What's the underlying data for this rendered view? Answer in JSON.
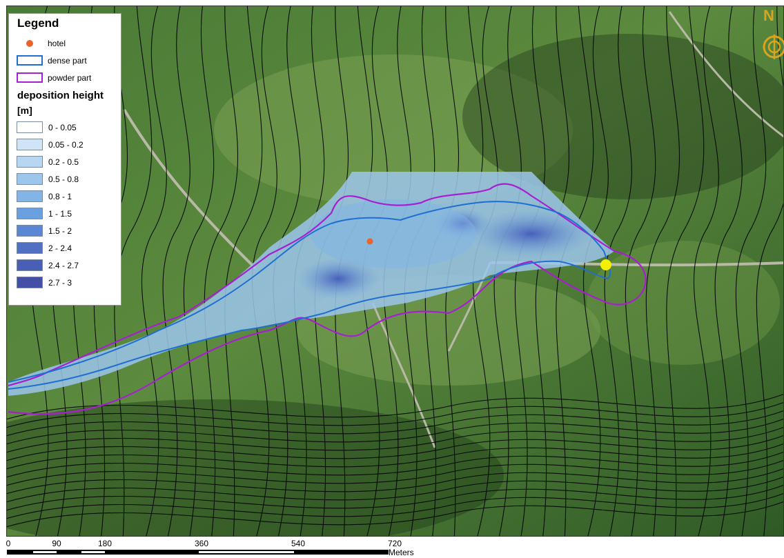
{
  "legend": {
    "title": "Legend",
    "items": [
      {
        "label": "hotel",
        "kind": "point",
        "color": "#e8642c"
      },
      {
        "label": "dense part",
        "kind": "outline",
        "color": "#1f6fd1"
      },
      {
        "label": "powder part",
        "kind": "outline",
        "color": "#a61fd0"
      }
    ],
    "ramp_title": "deposition height",
    "ramp_unit": "[m]",
    "ramp": [
      {
        "label": "0 - 0.05",
        "color": "#ffffff"
      },
      {
        "label": "0.05 - 0.2",
        "color": "#cfe4f6"
      },
      {
        "label": "0.2 - 0.5",
        "color": "#b6d6f1"
      },
      {
        "label": "0.5 - 0.8",
        "color": "#9cc6ec"
      },
      {
        "label": "0.8 - 1",
        "color": "#82b4e6"
      },
      {
        "label": "1 - 1.5",
        "color": "#6a9fe0"
      },
      {
        "label": "1.5 - 2",
        "color": "#5a86d4"
      },
      {
        "label": "2 - 2.4",
        "color": "#5170c4"
      },
      {
        "label": "2.4 - 2.7",
        "color": "#4a5eb6"
      },
      {
        "label": "2.7 - 3",
        "color": "#4450a8"
      }
    ]
  },
  "north_arrow": {
    "label": "N",
    "color": "#d9a520"
  },
  "scale_bar": {
    "ticks": [
      "0",
      "90",
      "180",
      "360",
      "540",
      "720"
    ],
    "unit": "Meters"
  },
  "map": {
    "terrain_color": "#3d6b2c",
    "contour_color": "#000000",
    "marker_color": "#f5f000"
  }
}
